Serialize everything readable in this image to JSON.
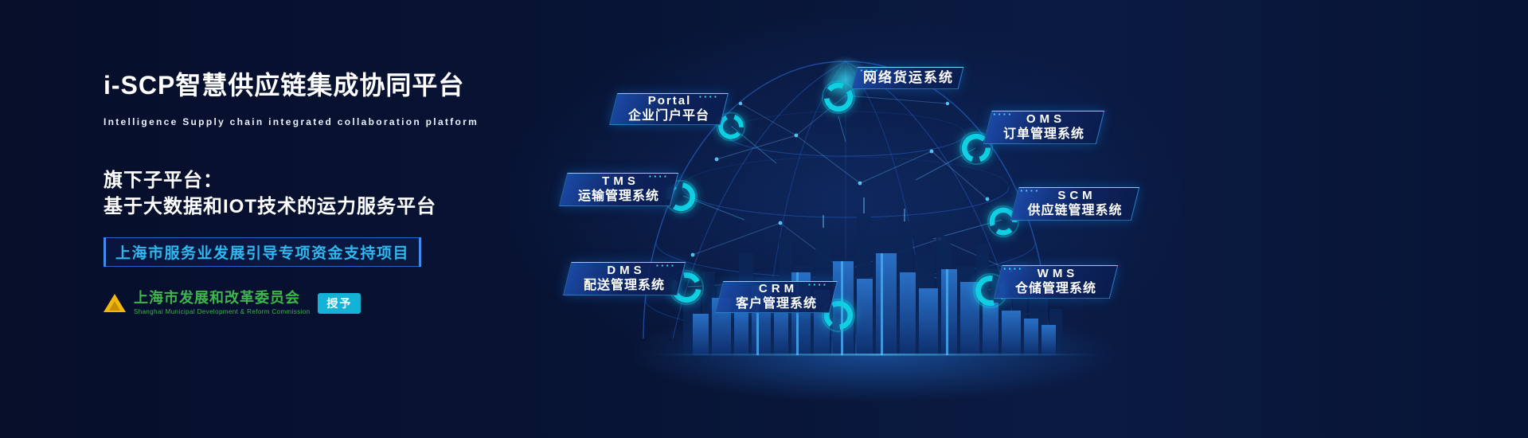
{
  "page": {
    "title": "i-SCP智慧供应链集成协同平台",
    "subtitle": "Intelligence Supply chain integrated collaboration platform",
    "sub_platform": {
      "label": "旗下子平台：",
      "description": "基于大数据和IOT技术的运力服务平台"
    },
    "award": "上海市服务业发展引导专项资金支持项目",
    "issuer": {
      "name": "上海市发展和改革委员会",
      "name_en": "Shanghai Municipal Development & Reform Commission",
      "badge": "授予"
    }
  },
  "diagram": {
    "nodes": [
      {
        "id": "freight",
        "title": "网络货运系统",
        "subtitle": ""
      },
      {
        "id": "portal",
        "title": "Portal",
        "subtitle": "企业门户平台"
      },
      {
        "id": "oms",
        "title": "OMS",
        "subtitle": "订单管理系统"
      },
      {
        "id": "tms",
        "title": "TMS",
        "subtitle": "运输管理系统"
      },
      {
        "id": "scm",
        "title": "SCM",
        "subtitle": "供应链管理系统"
      },
      {
        "id": "dms",
        "title": "DMS",
        "subtitle": "配送管理系统"
      },
      {
        "id": "crm",
        "title": "CRM",
        "subtitle": "客户管理系统"
      },
      {
        "id": "wms",
        "title": "WMS",
        "subtitle": "仓储管理系统"
      }
    ],
    "dots_decoration": "····"
  },
  "colors": {
    "background": "#081435",
    "accent_cyan": "#14d2e8",
    "accent_blue": "#2a6de0",
    "award_text": "#2fb8f0",
    "issuer_green": "#3db64b",
    "logo_gold": "#f2b90c",
    "badge_bg": "#14b2d6"
  }
}
